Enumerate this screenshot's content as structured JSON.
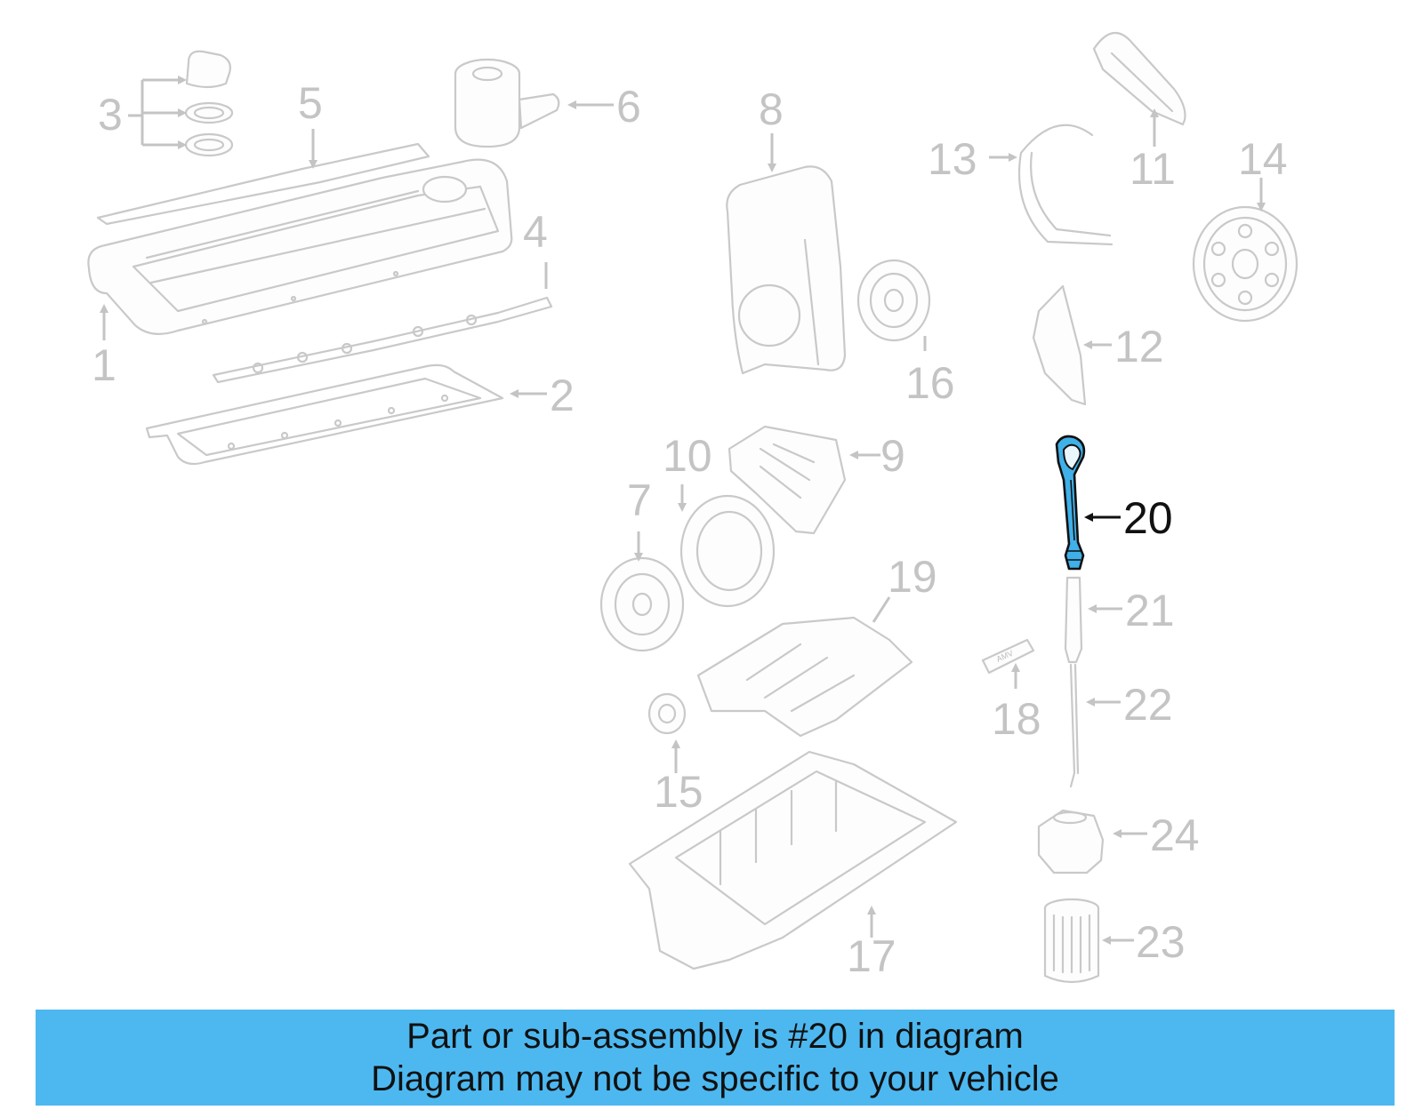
{
  "diagram": {
    "highlight_color": "#1e90c8",
    "dim_color": "#c9c9c9",
    "callouts": [
      {
        "id": "c1",
        "label": "1"
      },
      {
        "id": "c2",
        "label": "2"
      },
      {
        "id": "c3",
        "label": "3"
      },
      {
        "id": "c4",
        "label": "4"
      },
      {
        "id": "c5",
        "label": "5"
      },
      {
        "id": "c6",
        "label": "6"
      },
      {
        "id": "c7",
        "label": "7"
      },
      {
        "id": "c8",
        "label": "8"
      },
      {
        "id": "c9",
        "label": "9"
      },
      {
        "id": "c10",
        "label": "10"
      },
      {
        "id": "c11",
        "label": "11"
      },
      {
        "id": "c12",
        "label": "12"
      },
      {
        "id": "c13",
        "label": "13"
      },
      {
        "id": "c14",
        "label": "14"
      },
      {
        "id": "c15",
        "label": "15"
      },
      {
        "id": "c16",
        "label": "16"
      },
      {
        "id": "c17",
        "label": "17"
      },
      {
        "id": "c18",
        "label": "18"
      },
      {
        "id": "c19",
        "label": "19"
      },
      {
        "id": "c20",
        "label": "20"
      },
      {
        "id": "c21",
        "label": "21"
      },
      {
        "id": "c22",
        "label": "22"
      },
      {
        "id": "c23",
        "label": "23"
      },
      {
        "id": "c24",
        "label": "24"
      }
    ],
    "tube_label": "AMV"
  },
  "banner": {
    "line1": "Part or sub-assembly is #20 in diagram",
    "line2": "Diagram may not be specific to your vehicle",
    "background": "#4db8f0"
  }
}
